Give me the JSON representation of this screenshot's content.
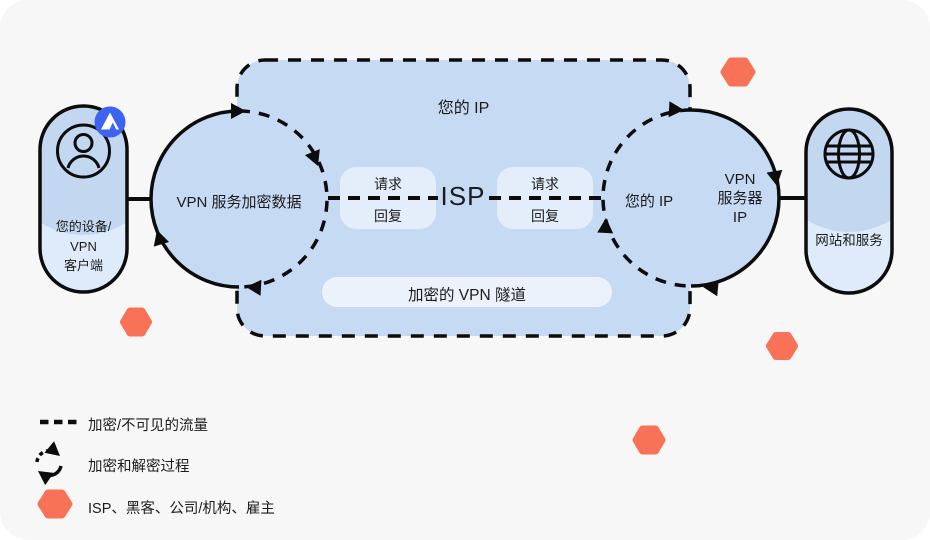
{
  "diagram": {
    "title_area": {
      "your_ip_top": "您的 IP",
      "isp": "ISP",
      "tunnel_label": "加密的 VPN 隧道"
    },
    "device_pill": {
      "label": "您的设备/\nVPN\n客户端",
      "icon": "user-icon",
      "badge_icon": "nordvpn-logo-icon"
    },
    "website_pill": {
      "label": "网站和服务",
      "icon": "globe-icon"
    },
    "encrypt_circle_label": "VPN 服务加密数据",
    "decrypt_circle": {
      "inside_label": "您的 IP",
      "outside_label": "VPN\n服务器\nIP"
    },
    "boxes": [
      {
        "request": "请求",
        "reply": "回复"
      },
      {
        "request": "请求",
        "reply": "回复"
      }
    ]
  },
  "legend": {
    "items": [
      {
        "icon": "dashed-line-icon",
        "label": "加密/不可见的流量"
      },
      {
        "icon": "cycle-arrows-icon",
        "label": "加密和解密过程"
      },
      {
        "icon": "hexagon-icon",
        "label": "ISP、黑客、公司/机构、雇主"
      }
    ]
  },
  "colors": {
    "card_bg": "#F7F7F8",
    "zone_blue": "#C6DAF4",
    "light_box": "#E4EEFB",
    "tunnel_pill": "#EBF2FC",
    "pill_base": "#DEEBFB",
    "pill_circle": "#C3D7F0",
    "hexagon": "#F87258",
    "badge_blue": "#3E63F0",
    "stroke": "#0c0c0c"
  }
}
